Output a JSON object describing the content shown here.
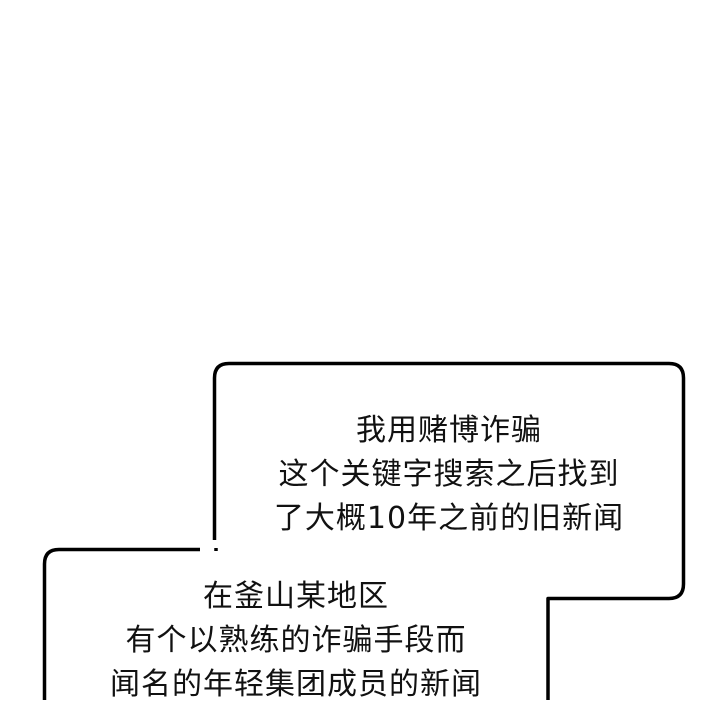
{
  "panel": {
    "background_color": "#ffffff",
    "outline_color": "#000000"
  },
  "bubbles": {
    "top": {
      "lines": [
        "我用赌博诈骗",
        "这个关键字搜索之后找到",
        "了大概10年之前的旧新闻"
      ]
    },
    "bottom": {
      "lines": [
        "在釜山某地区",
        "有个以熟练的诈骗手段而",
        "闻名的年轻集团成员的新闻"
      ]
    }
  }
}
